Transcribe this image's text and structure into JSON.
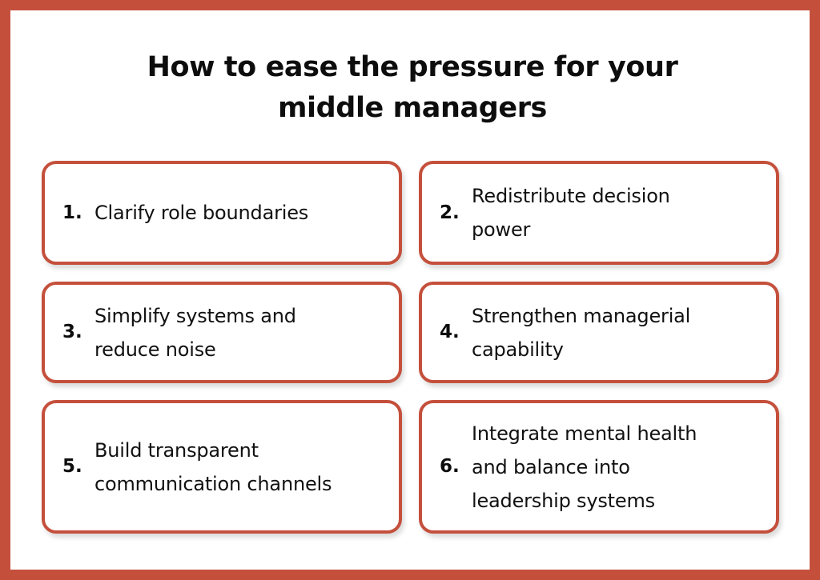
{
  "theme": {
    "frame_color": "#c4503c",
    "card_border_color": "#c4503c",
    "background": "#ffffff",
    "text_color": "#111111"
  },
  "title": "How to ease the pressure for your middle managers",
  "items": [
    {
      "number": "1.",
      "text": "Clarify role boundaries"
    },
    {
      "number": "2.",
      "text": "Redistribute decision\npower"
    },
    {
      "number": "3.",
      "text": "Simplify systems and\nreduce noise"
    },
    {
      "number": "4.",
      "text": "Strengthen managerial\ncapability"
    },
    {
      "number": "5.",
      "text": "Build transparent\ncommunication channels"
    },
    {
      "number": "6.",
      "text": "Integrate mental health\nand balance into\nleadership systems"
    }
  ]
}
